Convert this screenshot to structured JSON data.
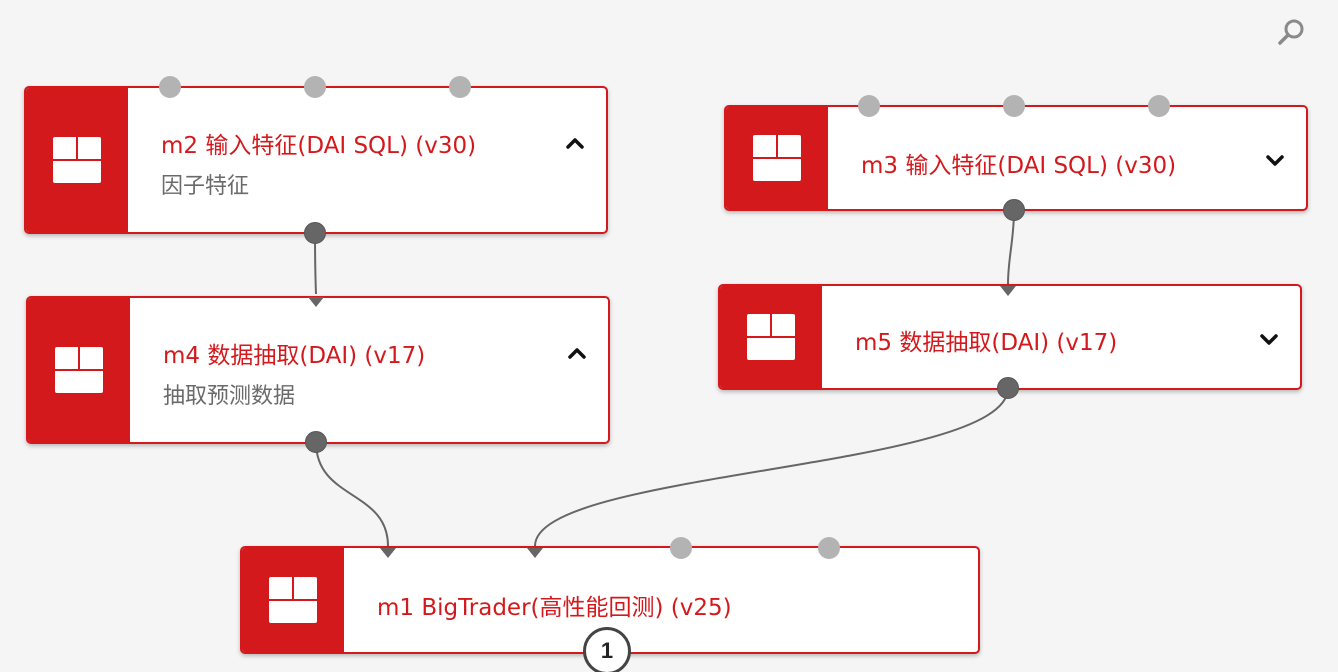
{
  "nodes": {
    "m2": {
      "title": "m2 输入特征(DAI SQL) (v30)",
      "subtitle": "因子特征"
    },
    "m3": {
      "title": "m3 输入特征(DAI SQL) (v30)"
    },
    "m4": {
      "title": "m4 数据抽取(DAI) (v17)",
      "subtitle": "抽取预测数据"
    },
    "m5": {
      "title": "m5 数据抽取(DAI) (v17)"
    },
    "m1": {
      "title": "m1 BigTrader(高性能回测) (v25)",
      "badge": "1"
    }
  },
  "toolbar": {
    "zoom_icon": "search-icon"
  },
  "icons": {
    "module": "module-grid-icon",
    "expanded": "chevron-up-icon",
    "collapsed": "chevron-down-icon"
  },
  "colors": {
    "accent": "#d4191d",
    "port_in": "#b3b3b3",
    "port_out": "#666666",
    "wire": "#666666",
    "background": "#f5f5f5"
  }
}
